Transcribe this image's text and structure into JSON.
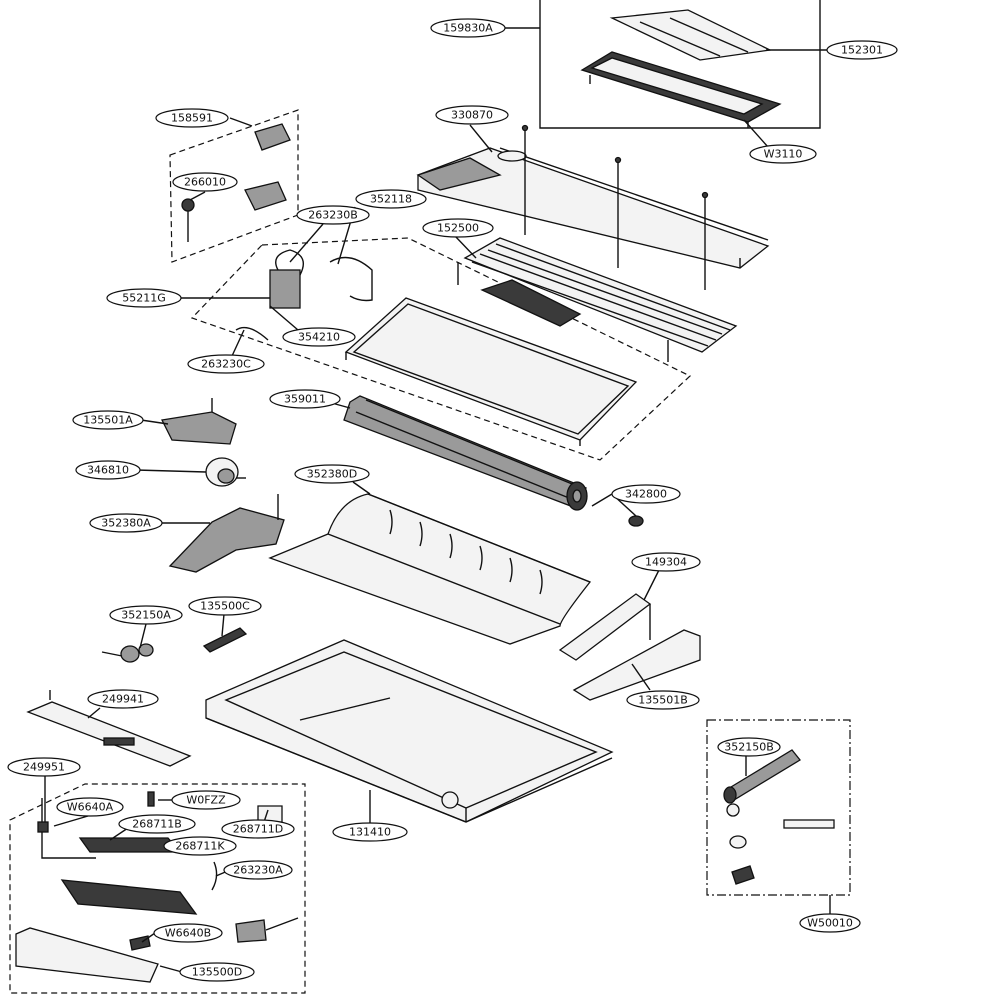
{
  "labels": {
    "l159830A": "159830A",
    "l152301": "152301",
    "lW3110": "W3110",
    "l158591": "158591",
    "l330870": "330870",
    "l266010": "266010",
    "l352118": "352118",
    "l263230B": "263230B",
    "l152500": "152500",
    "l55211G": "55211G",
    "l354210": "354210",
    "l263230C": "263230C",
    "l359011": "359011",
    "l135501A": "135501A",
    "l346810": "346810",
    "l352380D": "352380D",
    "l342800": "342800",
    "l352380A": "352380A",
    "l149304": "149304",
    "l352150A": "352150A",
    "l135500C": "135500C",
    "l135501B": "135501B",
    "l249941": "249941",
    "l352150B": "352150B",
    "l249951": "249951",
    "lW0FZZ": "W0FZZ",
    "lW6640A": "W6640A",
    "l268711B": "268711B",
    "l268711D": "268711D",
    "l268711K": "268711K",
    "l131410": "131410",
    "l263230A": "263230A",
    "lW6640B": "W6640B",
    "l135500D": "135500D",
    "lW50010": "W50010"
  }
}
